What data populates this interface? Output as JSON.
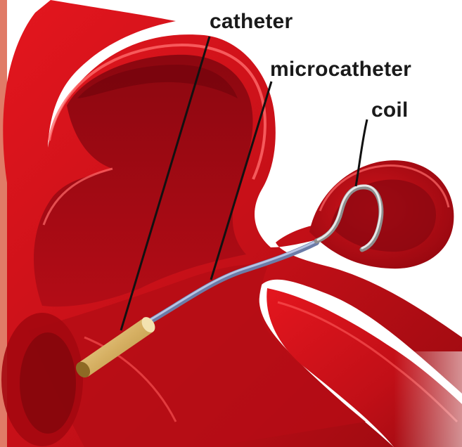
{
  "labels": {
    "catheter": "catheter",
    "microcatheter": "microcatheter",
    "coil": "coil"
  },
  "colors": {
    "left_border": "#e07b67",
    "vessel_outer": "#c81018",
    "vessel_lumen": "#a00812",
    "vessel_highlight": "#ff5b5b",
    "catheter": "#d9b56a",
    "microcatheter": "#8f9fc8",
    "coil": "#c8c8c8",
    "leader_line": "#111111"
  }
}
